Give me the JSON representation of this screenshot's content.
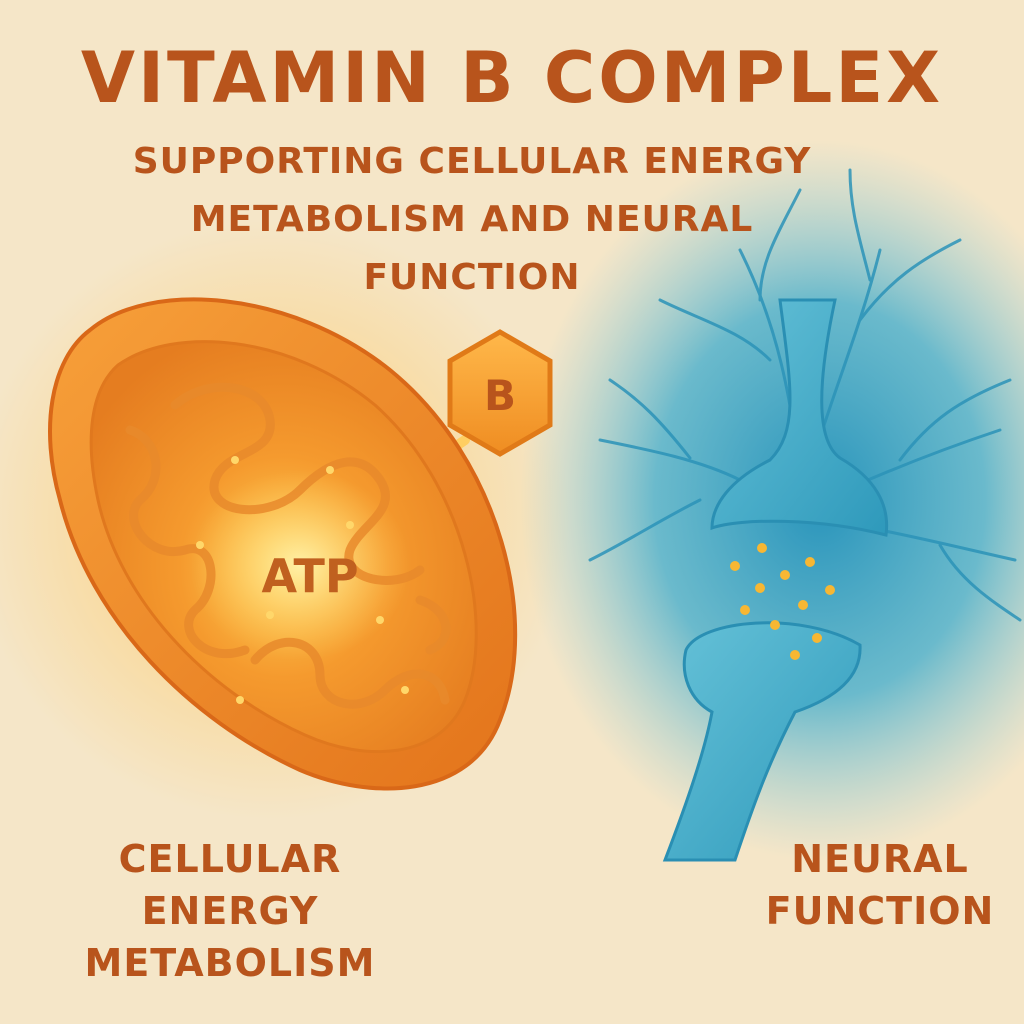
{
  "title": "VITAMIN B COMPLEX",
  "subtitle": "SUPPORTING CELLULAR ENERGY METABOLISM AND NEURAL FUNCTION",
  "mitochondrion": {
    "center_label": "ATP"
  },
  "vitamin_badge": {
    "label": "B"
  },
  "labels": {
    "left": "CELLULAR ENERGY METABOLISM",
    "right": "NEURAL FUNCTION"
  },
  "colors": {
    "background": "#f5e6c8",
    "text": "#b8541c",
    "mitochondria_orange": "#f28a25",
    "neuron_blue": "#2aa0c0",
    "glow_blue": "#1e9ec8",
    "vesicle_yellow": "#f7b733",
    "badge_orange": "#f39a2a"
  },
  "icons": {
    "mitochondrion": "mitochondrion-icon",
    "badge": "hexagon-badge-icon",
    "neuron": "synapse-icon"
  }
}
